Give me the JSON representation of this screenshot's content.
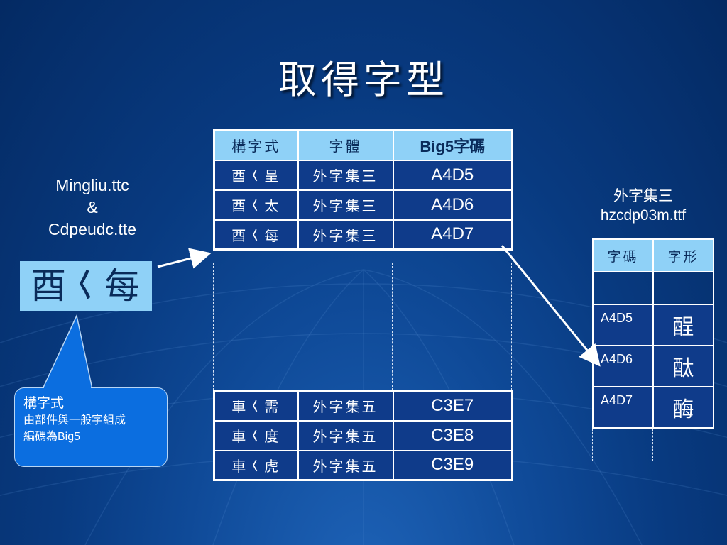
{
  "slide": {
    "title": "取得字型",
    "source_fonts": [
      "Mingliu.ttc",
      "&",
      "Cdpeudc.tte"
    ],
    "glyph_box": "酉𡿨每",
    "callout": {
      "title": "構字式",
      "lines": [
        "由部件與一般字組成",
        "編碼為Big5"
      ]
    }
  },
  "main_table": {
    "headers": [
      "構字式",
      "字體",
      "Big5字碼"
    ],
    "rows_top": [
      {
        "formula": "酉𡿨呈",
        "set": "外字集三",
        "code": "A4D5"
      },
      {
        "formula": "酉𡿨太",
        "set": "外字集三",
        "code": "A4D6"
      },
      {
        "formula": "酉𡿨每",
        "set": "外字集三",
        "code": "A4D7"
      }
    ],
    "rows_bottom": [
      {
        "formula": "車𡿨需",
        "set": "外字集五",
        "code": "C3E7"
      },
      {
        "formula": "車𡿨度",
        "set": "外字集五",
        "code": "C3E8"
      },
      {
        "formula": "車𡿨虎",
        "set": "外字集五",
        "code": "C3E9"
      }
    ]
  },
  "side": {
    "set_name": "外字集三",
    "font_file": "hzcdp03m.ttf",
    "headers": [
      "字碼",
      "字形"
    ],
    "rows": [
      {
        "code": "A4D5",
        "glyph": "酲"
      },
      {
        "code": "A4D6",
        "glyph": "酞"
      },
      {
        "code": "A4D7",
        "glyph": "酶"
      }
    ]
  },
  "colors": {
    "background": "#0b3f8c",
    "header_fill": "#8fd1f7",
    "cell_fill": "#0f3b8a",
    "callout_fill": "#0b6ee0"
  }
}
